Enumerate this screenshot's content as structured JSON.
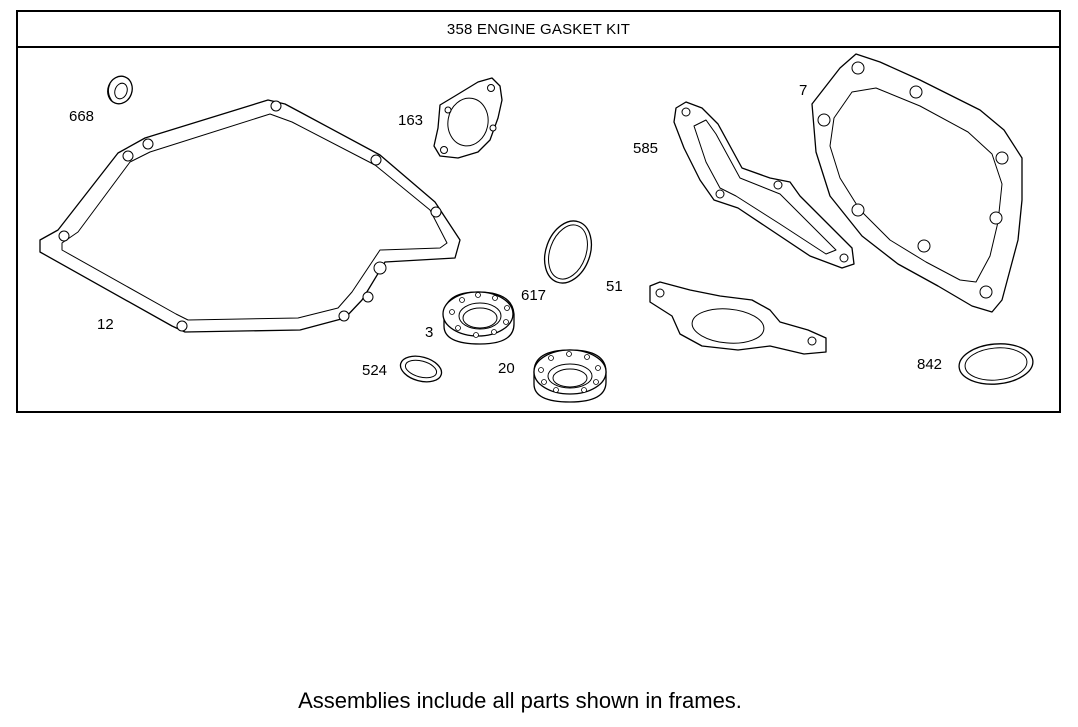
{
  "frame": {
    "title": "358 ENGINE GASKET KIT"
  },
  "parts": [
    {
      "id": "668",
      "label": "668",
      "icon": "small-seal-ring"
    },
    {
      "id": "163",
      "label": "163",
      "icon": "small-flange-gasket"
    },
    {
      "id": "12",
      "label": "12",
      "icon": "crankcase-gasket"
    },
    {
      "id": "3",
      "label": "3",
      "icon": "oil-seal"
    },
    {
      "id": "617",
      "label": "617",
      "icon": "o-ring"
    },
    {
      "id": "524",
      "label": "524",
      "icon": "small-o-ring"
    },
    {
      "id": "20",
      "label": "20",
      "icon": "oil-seal"
    },
    {
      "id": "585",
      "label": "585",
      "icon": "intake-gasket"
    },
    {
      "id": "51",
      "label": "51",
      "icon": "exhaust-gasket"
    },
    {
      "id": "7",
      "label": "7",
      "icon": "cylinder-head-gasket"
    },
    {
      "id": "842",
      "label": "842",
      "icon": "large-o-ring"
    }
  ],
  "footnote": "Assemblies include all parts shown in frames."
}
